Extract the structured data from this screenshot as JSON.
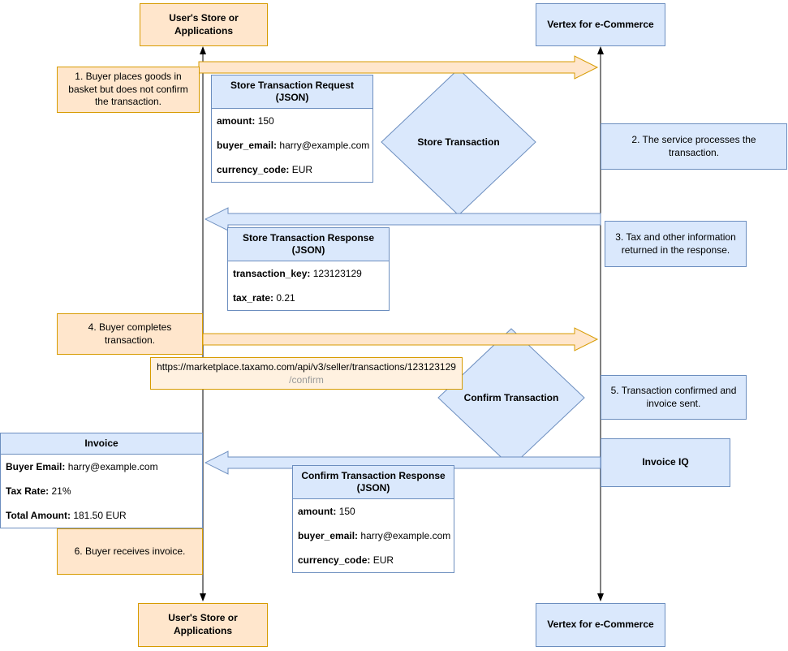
{
  "colors": {
    "orange_fill": "#FFE6CC",
    "orange_stroke": "#D79B00",
    "blue_fill": "#DAE8FC",
    "blue_stroke": "#6C8EBF",
    "url_fill": "#FFF1E0",
    "url_secondary_text": "#999999",
    "lifeline": "#000000"
  },
  "actors": {
    "user_top": "User's Store or Applications",
    "vertex_top": "Vertex for e-Commerce",
    "user_bottom": "User's Store or Applications",
    "vertex_bottom": "Vertex for e-Commerce"
  },
  "notes": {
    "n1": "1. Buyer places goods in basket but does not confirm the transaction.",
    "n2": "2. The service processes the transaction.",
    "n3": "3. Tax and other information returned in the response.",
    "n4": "4. Buyer completes transaction.",
    "n5": "5. Transaction confirmed and invoice sent.",
    "n6": "6. Buyer receives invoice."
  },
  "diamonds": {
    "store": "Store Transaction",
    "confirm": "Confirm Transaction"
  },
  "url_box": {
    "line1": "https://marketplace.taxamo.com/api/v3/seller/transactions/123123129",
    "line2": "/confirm"
  },
  "invoice_iq_label": "Invoice IQ",
  "boxes": {
    "store_request": {
      "title": "Store Transaction Request (JSON)",
      "fields": [
        {
          "key": "amount",
          "value": "150"
        },
        {
          "key": "buyer_email",
          "value": "harry@example.com"
        },
        {
          "key": "currency_code",
          "value": "EUR"
        }
      ]
    },
    "store_response": {
      "title": "Store Transaction Response (JSON)",
      "fields": [
        {
          "key": "transaction_key",
          "value": "123123129"
        },
        {
          "key": "tax_rate",
          "value": "0.21"
        }
      ]
    },
    "invoice": {
      "title": "Invoice",
      "fields": [
        {
          "key": "Buyer Email",
          "value": "harry@example.com"
        },
        {
          "key": "Tax Rate",
          "value": "21%"
        },
        {
          "key": "Total Amount",
          "value": "181.50 EUR"
        }
      ]
    },
    "confirm_response": {
      "title": "Confirm Transaction Response (JSON)",
      "fields": [
        {
          "key": "amount",
          "value": "150"
        },
        {
          "key": "buyer_email",
          "value": "harry@example.com"
        },
        {
          "key": "currency_code",
          "value": "EUR"
        }
      ]
    }
  }
}
